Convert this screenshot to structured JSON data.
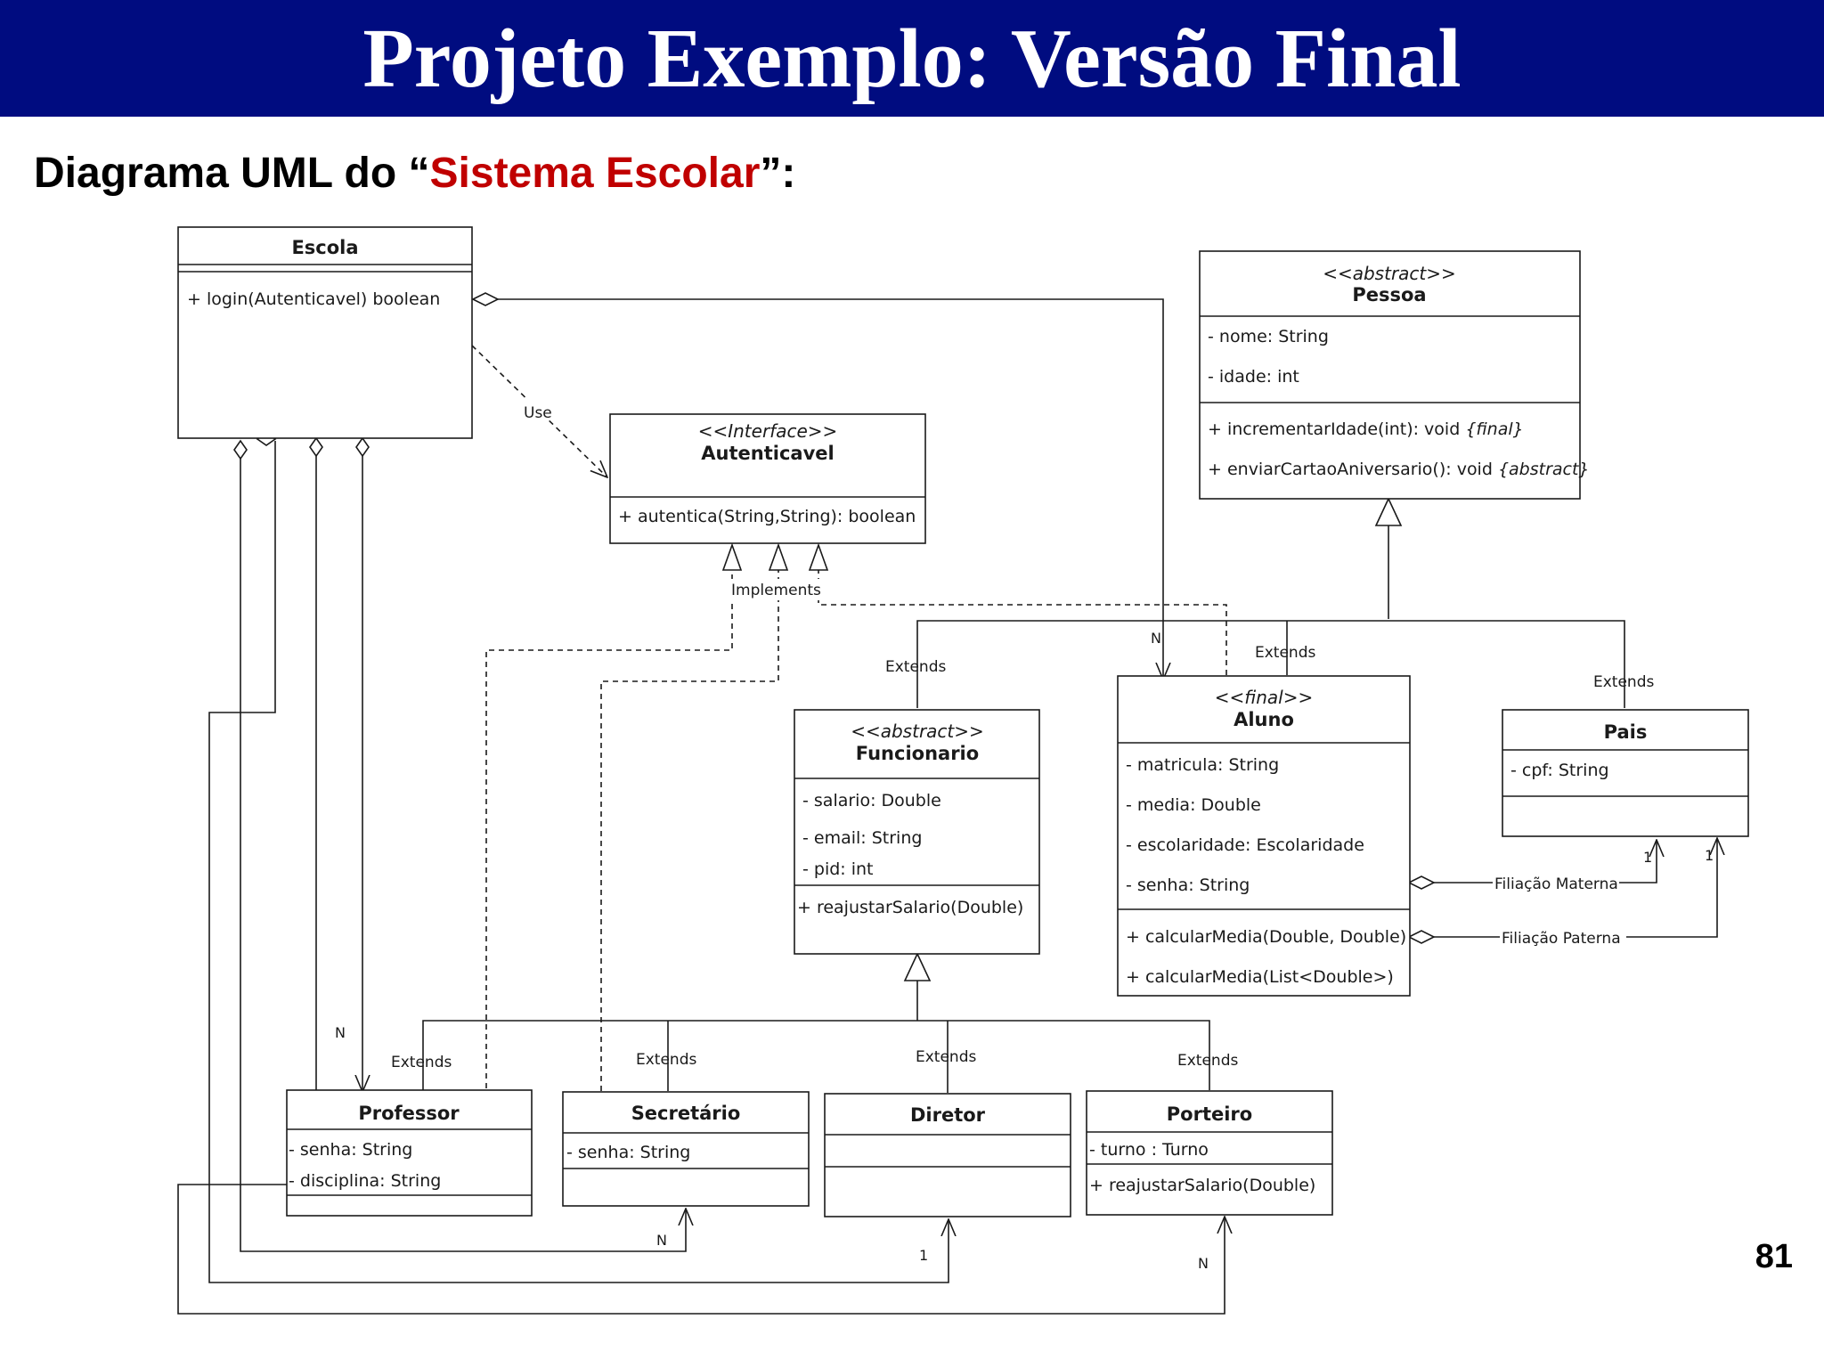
{
  "header": {
    "title": "Projeto Exemplo: Versão Final",
    "bg_color": "#000c80"
  },
  "subtitle": {
    "prefix": "Diagrama UML do “",
    "highlight": "Sistema Escolar",
    "suffix": "”:",
    "highlight_color": "#c00000"
  },
  "page_number": "81",
  "classes": {
    "escola": {
      "name": "Escola",
      "methods": [
        "+ login(Autenticavel) boolean"
      ]
    },
    "autenticavel": {
      "stereotype": "<<Interface>>",
      "name": "Autenticavel",
      "methods": [
        "+ autentica(String,String): boolean"
      ]
    },
    "pessoa": {
      "stereotype": "<<abstract>>",
      "name": "Pessoa",
      "attributes": [
        "- nome: String",
        "- idade: int"
      ],
      "methods": [
        "+ incrementarIdade(int): void",
        "+ enviarCartaoAniversario(): void"
      ],
      "method_modifiers": [
        "{final}",
        "{abstract}"
      ]
    },
    "funcionario": {
      "stereotype": "<<abstract>>",
      "name": "Funcionario",
      "attributes": [
        "- salario: Double",
        "- email: String",
        "- pid: int"
      ],
      "methods": [
        "+ reajustarSalario(Double)"
      ]
    },
    "aluno": {
      "stereotype": "<<final>>",
      "name": "Aluno",
      "attributes": [
        "- matricula: String",
        "- media: Double",
        "- escolaridade: Escolaridade",
        "- senha: String"
      ],
      "methods": [
        "+ calcularMedia(Double, Double)",
        "+ calcularMedia(List<Double>)"
      ]
    },
    "pais": {
      "name": "Pais",
      "attributes": [
        "- cpf: String"
      ]
    },
    "professor": {
      "name": "Professor",
      "attributes": [
        "- senha: String",
        "- disciplina: String"
      ]
    },
    "secretario": {
      "name": "Secretário",
      "attributes": [
        "- senha: String"
      ]
    },
    "diretor": {
      "name": "Diretor"
    },
    "porteiro": {
      "name": "Porteiro",
      "attributes": [
        "- turno : Turno"
      ],
      "methods": [
        "+ reajustarSalario(Double)"
      ]
    }
  },
  "labels": {
    "use": "Use",
    "implements": "Implements",
    "extends": "Extends",
    "filiacao_materna": "Filiação Materna",
    "filiacao_paterna": "Filiação Paterna",
    "mult_n": "N",
    "mult_1": "1"
  }
}
